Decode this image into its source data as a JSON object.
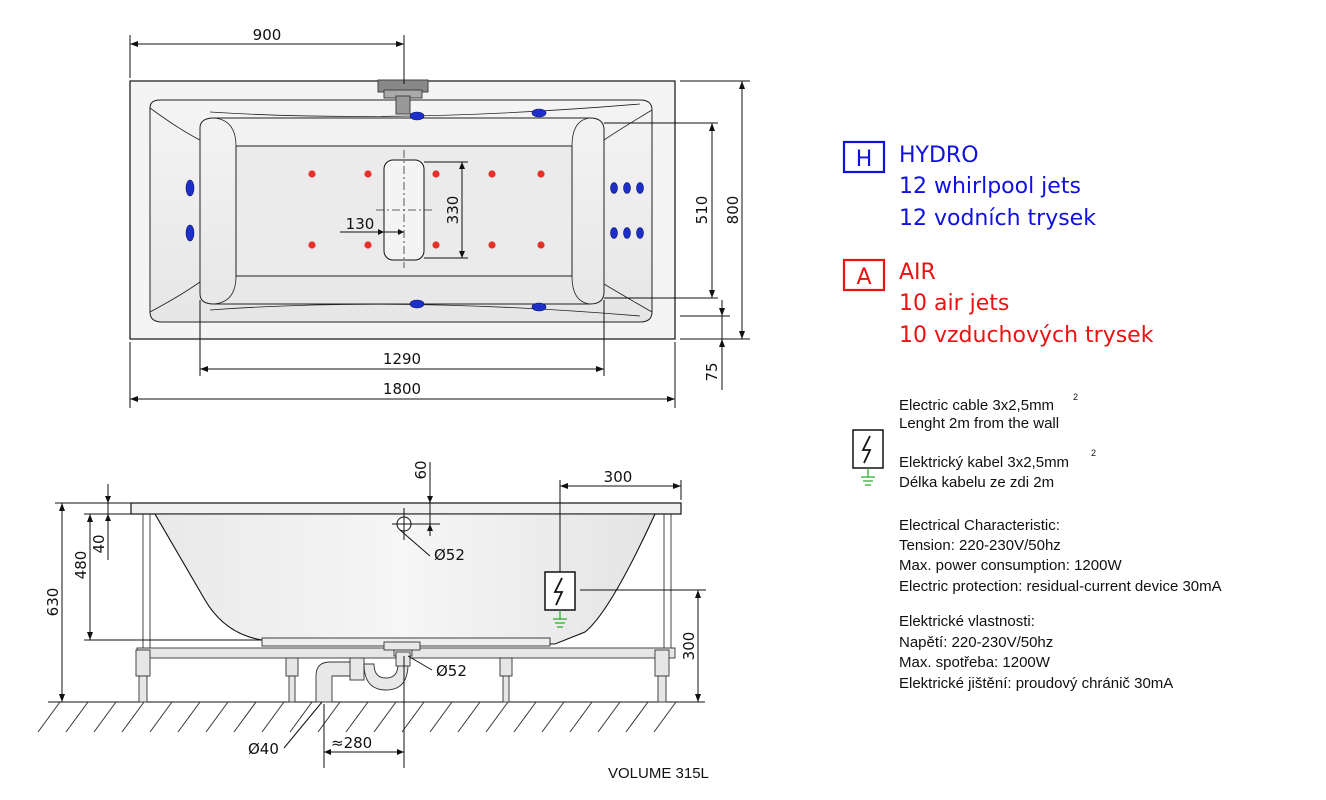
{
  "dimensions": {
    "top_900": "900",
    "top_130": "130",
    "top_330": "330",
    "top_510": "510",
    "top_800": "800",
    "top_1290": "1290",
    "top_1800": "1800",
    "top_75": "75",
    "side_60": "60",
    "side_300_top": "300",
    "side_40": "40",
    "side_480": "480",
    "side_630": "630",
    "side_300_right": "300",
    "side_d52_overflow": "Ø52",
    "side_d52_drain": "Ø52",
    "side_d40": "Ø40",
    "side_280": "≈280"
  },
  "legend": {
    "hydro_letter": "H",
    "hydro_title": "HYDRO",
    "hydro_line1": "12 whirlpool jets",
    "hydro_line2": "12 vodních trysek",
    "hydro_color": "#1010e0",
    "air_letter": "A",
    "air_title": "AIR",
    "air_line1": "10 air jets",
    "air_line2": "10 vzduchových trysek",
    "air_color": "#ee1111"
  },
  "electric": {
    "cable_en_prefix": "Electric cable 3x2,5mm",
    "cable_en_sup": "2",
    "length_en": "Lenght 2m from the wall",
    "cable_cz_prefix": "Elektrický kabel 3x2,5mm",
    "cable_cz_sup": "2",
    "length_cz": "Délka kabelu ze zdi 2m",
    "char_title": "Electrical Characteristic:",
    "tension": "Tension: 220-230V/50hz",
    "power": "Max. power consumption: 1200W",
    "protection": "Electric protection: residual-current device 30mA",
    "char_title_cz": "Elektrické vlastnosti:",
    "tension_cz": "Napětí: 220-230V/50hz",
    "power_cz": "Max. spotřeba: 1200W",
    "protection_cz": "Elektrické jištění: proudový chránič 30mA",
    "ground_color": "#22aa22"
  },
  "volume": "VOLUME 315L",
  "colors": {
    "hydro_jet": "#1d2fc8",
    "air_jet": "#e8302a"
  }
}
